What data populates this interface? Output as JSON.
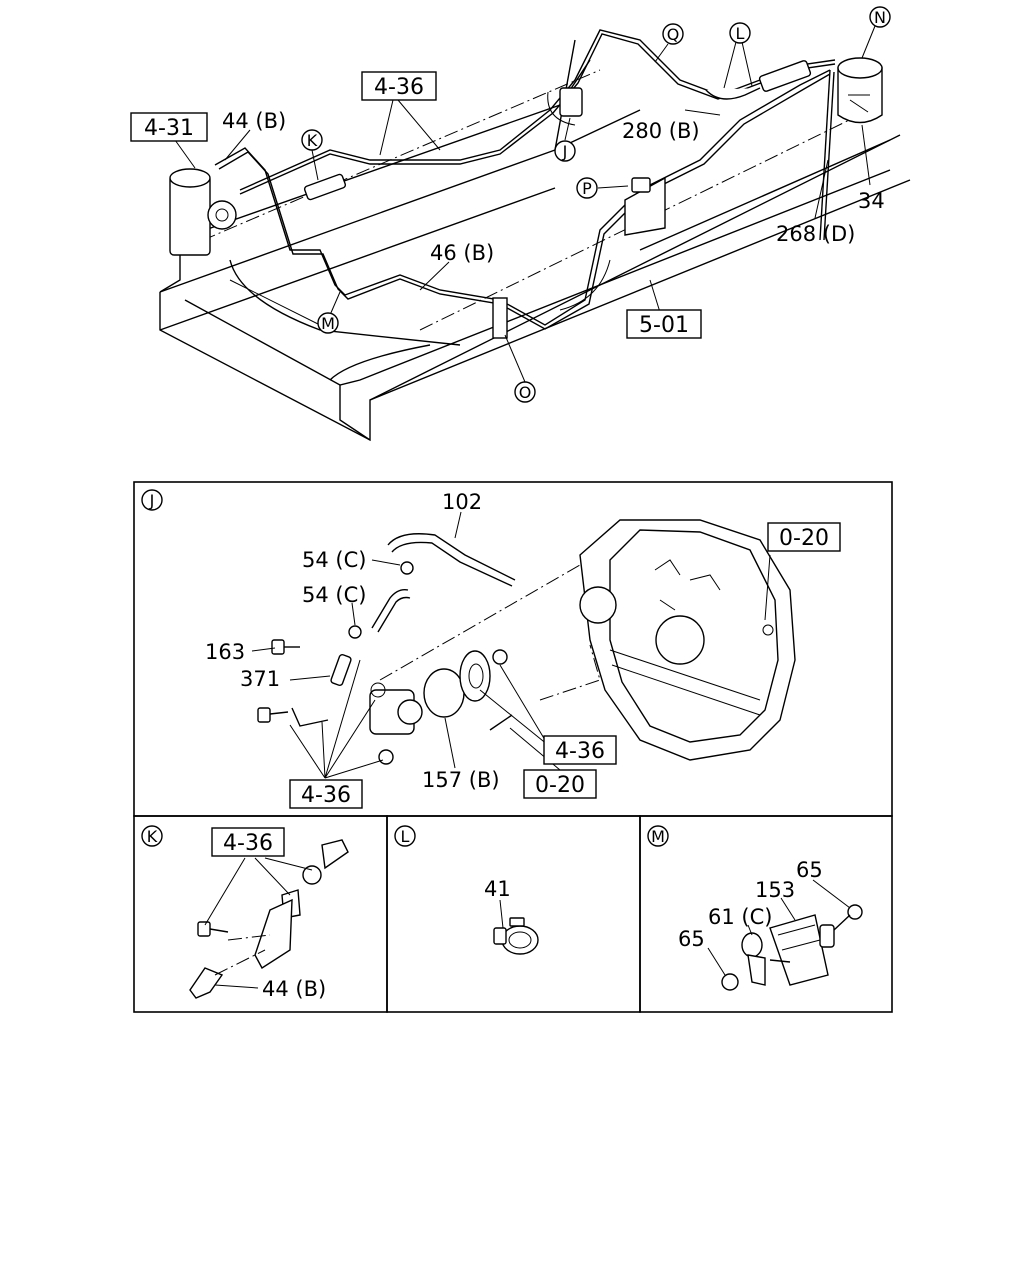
{
  "top": {
    "refs": {
      "r431": "4-31",
      "r436": "4-36",
      "r501": "5-01"
    },
    "labels": {
      "l44b": "44 (B)",
      "l46b": "46 (B)",
      "l280b": "280 (B)",
      "l268d": "268 (D)",
      "l34": "34"
    },
    "circles": {
      "K": "K",
      "M": "M",
      "O": "O",
      "J": "J",
      "P": "P",
      "Q": "Q",
      "L": "L",
      "N": "N"
    }
  },
  "panelJ": {
    "tag": "J",
    "refs": {
      "r020a": "0-20",
      "r436a": "4-36",
      "r020b": "0-20",
      "r436b": "4-36"
    },
    "labels": {
      "l102": "102",
      "l54c1": "54 (C)",
      "l54c2": "54 (C)",
      "l163": "163",
      "l371": "371",
      "l157b": "157 (B)"
    }
  },
  "panelK": {
    "tag": "K",
    "refs": {
      "r436": "4-36"
    },
    "labels": {
      "l44b": "44 (B)"
    }
  },
  "panelL": {
    "tag": "L",
    "labels": {
      "l41": "41"
    }
  },
  "panelM": {
    "tag": "M",
    "labels": {
      "l65a": "65",
      "l153": "153",
      "l61c": "61 (C)",
      "l65b": "65"
    }
  }
}
